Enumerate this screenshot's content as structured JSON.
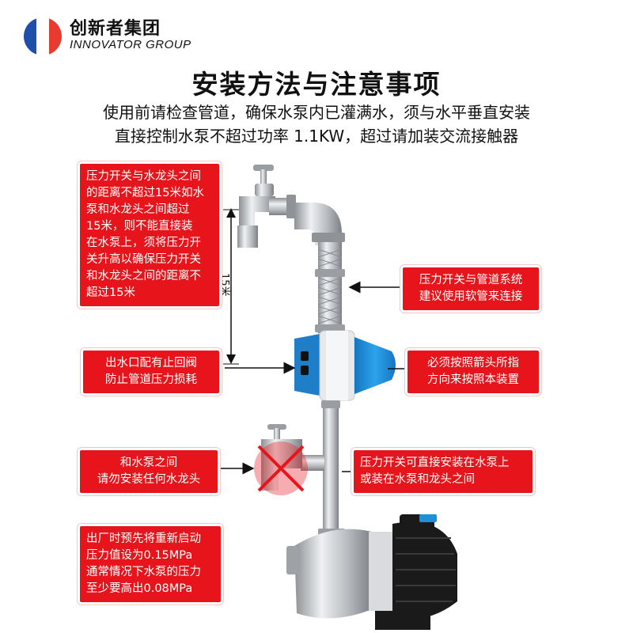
{
  "brand": {
    "name_cn": "创新者集团",
    "name_en": "INNOVATOR GROUP",
    "flag_colors": [
      "#1f4fa8",
      "#ffffff",
      "#e63b2e"
    ]
  },
  "title": "安装方法与注意事项",
  "subtitle_lines": [
    "使用前请检查管道，确保水泵内已灌满水，须与水平垂直安装",
    "直接控制水泵不超过功率 1.1KW，超过请加装交流接触器"
  ],
  "distance_label": "15米",
  "callouts": {
    "faucet_distance": [
      "压力开关与水龙头之间",
      "的距离不超过15米如水",
      "泵和水龙头之间超过",
      "15米，则不能直接装",
      "在水泵上，须将压力开",
      "关升高以确保压力开关",
      "和水龙头之间的距离不",
      "超过15米"
    ],
    "hose": [
      "压力开关与管道系统",
      "建议使用软管来连接"
    ],
    "check_valve": [
      "出水口配有止回阀",
      "防止管道压力损耗"
    ],
    "arrow_direction": [
      "必须按照箭头所指",
      "方向来按照本装置"
    ],
    "no_faucet": [
      "和水泵之间",
      "请勿安装任何水龙头"
    ],
    "mount_position": [
      "压力开关可直接安装在水泵上",
      "或装在水泵和龙头之间"
    ],
    "factory_setting": [
      "出厂时预先将重新启动",
      "压力值设为0.15MPa",
      "通常情况下水泵的压力",
      "至少要高出0.08MPa"
    ]
  },
  "colors": {
    "callout_red": "#e8141b",
    "switch_blue": "#1e8fd8",
    "pipe_steel": "#b9bcc0",
    "pump_black": "#1a1a1a"
  }
}
